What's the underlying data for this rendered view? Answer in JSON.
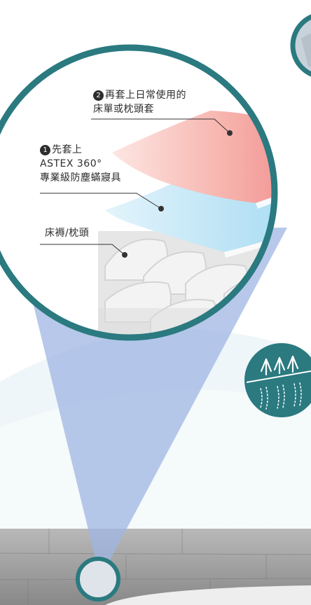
{
  "labels": {
    "layer_top": {
      "number": "2",
      "line1": "再套上日常使用的",
      "line2": "床單或枕頭套"
    },
    "layer_middle": {
      "number": "1",
      "line1": "先套上",
      "line2": "ASTEX 360°",
      "line3": "專業級防塵蟎寢具"
    },
    "layer_bottom": {
      "line1": "床褥/枕頭"
    }
  },
  "colors": {
    "ring": "#2a7a80",
    "beam": "#9fb5e3",
    "layer_top": "#f4a6a6",
    "layer_middle": "#bfe6f7",
    "mattress": "#e8e8e8",
    "floor": "#8e8e8e"
  },
  "icons": {
    "airflow_badge": "airflow-arrows-icon"
  }
}
